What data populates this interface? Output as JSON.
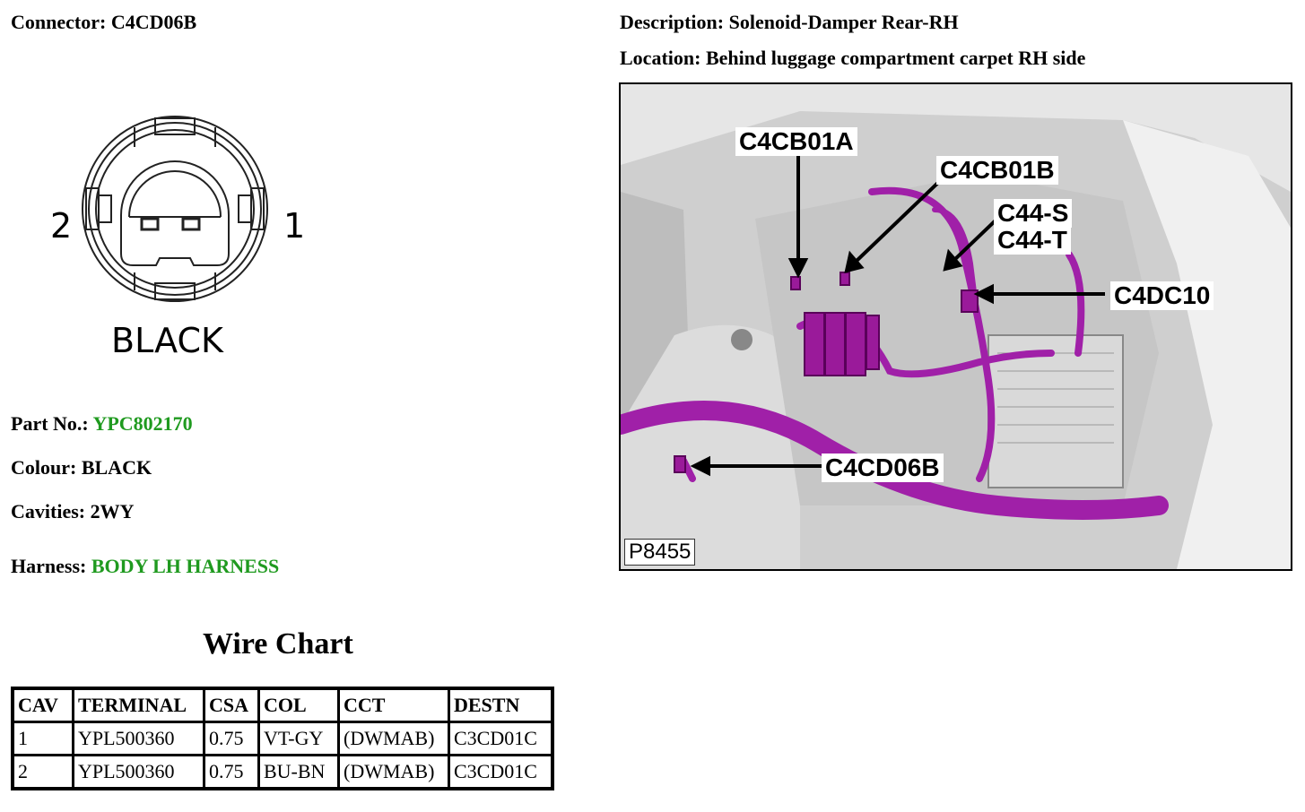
{
  "header": {
    "connector_label": "Connector:",
    "connector_value": "C4CD06B",
    "description_label": "Description:",
    "description_value": "Solenoid-Damper Rear-RH",
    "location_label": "Location:",
    "location_value": "Behind luggage compartment carpet RH side"
  },
  "connector_diagram": {
    "pin_left": "2",
    "pin_right": "1",
    "colour_text": "BLACK"
  },
  "details": {
    "part_no_label": "Part No.:",
    "part_no_value": "YPC802170",
    "colour_label": "Colour:",
    "colour_value": "BLACK",
    "cavities_label": "Cavities:",
    "cavities_value": "2WY",
    "harness_label": "Harness:",
    "harness_value": "BODY LH HARNESS"
  },
  "colors": {
    "link_green": "#1f9a1f",
    "harness_purple": "#a020a8"
  },
  "wire_chart": {
    "title": "Wire Chart",
    "headers": [
      "CAV",
      "TERMINAL",
      "CSA",
      "COL",
      "CCT",
      "DESTN"
    ],
    "rows": [
      [
        "1",
        "YPL500360",
        "0.75",
        "VT-GY",
        "(DWMAB)",
        "C3CD01C"
      ],
      [
        "2",
        "YPL500360",
        "0.75",
        "BU-BN",
        "(DWMAB)",
        "C3CD01C"
      ]
    ]
  },
  "photo": {
    "callouts": {
      "c1": "C4CB01A",
      "c2": "C4CB01B",
      "c3a": "C44-S",
      "c3b": "C44-T",
      "c4": "C4DC10",
      "c5": "C4CD06B"
    },
    "code": "P8455"
  }
}
